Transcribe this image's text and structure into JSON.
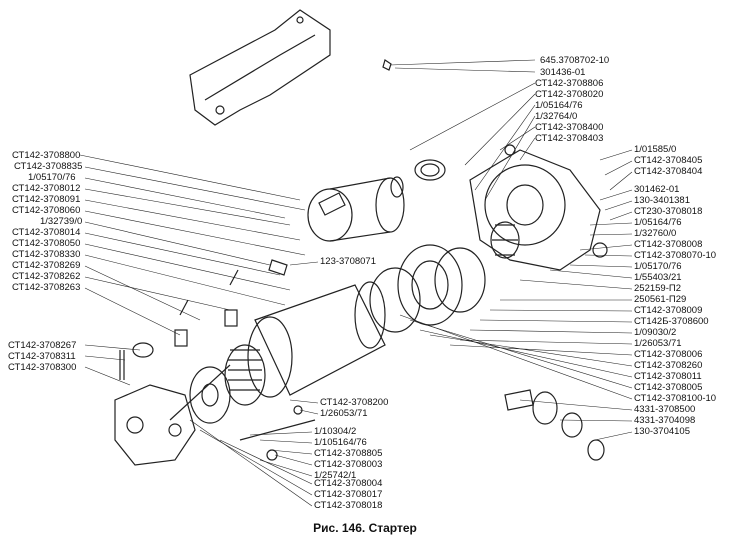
{
  "caption": "Рис. 146. Стартер",
  "labels_left": [
    "СТ142-3708800",
    "СТ142-3708835",
    "1/05170/76",
    "СТ142-3708012",
    "СТ142-3708091",
    "СТ142-3708060",
    "1/32739/0",
    "СТ142-3708014",
    "СТ142-3708050",
    "СТ142-3708330",
    "СТ142-3708269",
    "СТ142-3708262",
    "СТ142-3708263",
    "СТ142-3708267",
    "СТ142-3708311",
    "СТ142-3708300"
  ],
  "labels_top": [
    "645.3708702-10",
    "301436-01",
    "СТ142-3708806",
    "СТ142-3708020",
    "1/05164/76",
    "1/32764/0",
    "СТ142-3708400",
    "СТ142-3708403"
  ],
  "labels_right": [
    "1/01585/0",
    "СТ142-3708405",
    "СТ142-3708404",
    "301462-01",
    "130-3401381",
    "СТ230-3708018",
    "1/05164/76",
    "1/32760/0",
    "СТ142-3708008",
    "СТ142-3708070-10",
    "1/05170/76",
    "1/55403/21",
    "252159-П2",
    "250561-П29",
    "СТ142-3708009",
    "СТ142Б-3708600",
    "1/09030/2",
    "1/26053/71",
    "СТ142-3708006",
    "СТ142-3708260",
    "СТ142-3708011",
    "СТ142-3708005",
    "СТ142-3708100-10",
    "4331-3708500",
    "4331-3704098",
    "130-3704105"
  ],
  "labels_bottom": [
    "123-3708071",
    "СТ142-3708200",
    "1/26053/71",
    "1/10304/2",
    "1/105164/76",
    "СТ142-3708805",
    "СТ142-3708003",
    "1/25742/1",
    "СТ142-3708004",
    "СТ142-3708017",
    "СТ142-3708018"
  ]
}
